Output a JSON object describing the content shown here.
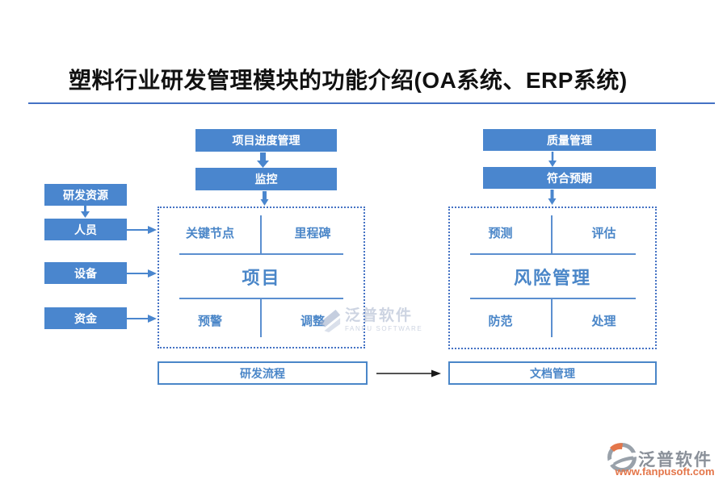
{
  "title": "塑料行业研发管理模块的功能介绍(OA系统、ERP系统)",
  "colors": {
    "box_blue": "#4A86CE",
    "rule_blue": "#4472C4",
    "text_blue": "#4A86C8",
    "grid_blue": "#5B8FD0",
    "arrow_black": "#1A1A1A",
    "watermark_blue": "#ADB9CF",
    "logo_gray": "#8A9099",
    "logo_orange": "#E4764A"
  },
  "left_column": {
    "resource_label": "研发资源",
    "items": [
      {
        "label": "人员"
      },
      {
        "label": "设备"
      },
      {
        "label": "资金"
      }
    ]
  },
  "center_flow": {
    "top": "项目进度管理",
    "middle": "监控"
  },
  "project_panel": {
    "top_left": "关键节点",
    "top_right": "里程碑",
    "center": "项目",
    "bottom_left": "预警",
    "bottom_right": "调整"
  },
  "right_flow": {
    "top": "质量管理",
    "middle": "符合预期"
  },
  "risk_panel": {
    "top_left": "预测",
    "top_right": "评估",
    "center": "风险管理",
    "bottom_left": "防范",
    "bottom_right": "处理"
  },
  "bottom_row": {
    "left": "研发流程",
    "right": "文档管理"
  },
  "watermark": {
    "name": "泛普软件",
    "subtitle": "FANPU SOFTWARE"
  },
  "brand": {
    "name": "泛普软件",
    "url": "www.fanpusoft.com"
  }
}
